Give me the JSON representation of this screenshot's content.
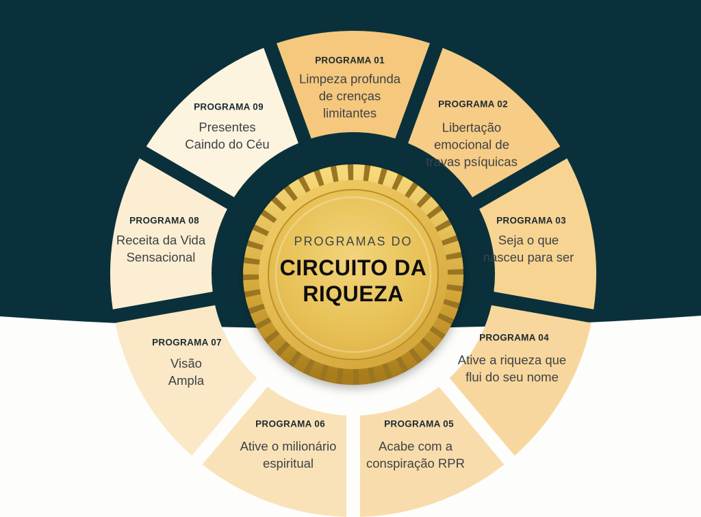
{
  "coin": {
    "kicker": "PROGRAMAS DO",
    "title": "CIRCUITO DA\nRIQUEZA"
  },
  "segments": [
    {
      "label": "PROGRAMA 01",
      "description": "Limpeza profunda\nde crenças\nlimitantes",
      "color": "#f5c87e"
    },
    {
      "label": "PROGRAMA 02",
      "description": "Libertação\nemocional de\ntravas psíquicas",
      "color": "#f6cc86"
    },
    {
      "label": "PROGRAMA 03",
      "description": "Seja o que\nnasceu para ser",
      "color": "#f8d492"
    },
    {
      "label": "PROGRAMA 04",
      "description": "Ative a riqueza que\nflui do seu nome",
      "color": "#f8d79e"
    },
    {
      "label": "PROGRAMA 05",
      "description": "Acabe com a\nconspiração RPR",
      "color": "#f9dcab"
    },
    {
      "label": "PROGRAMA 06",
      "description": "Ative o milionário\nespiritual",
      "color": "#fae2b8"
    },
    {
      "label": "PROGRAMA 07",
      "description": "Visão\nAmpla",
      "color": "#fbe8c6"
    },
    {
      "label": "PROGRAMA 08",
      "description": "Receita da Vida\nSensacional",
      "color": "#fceed3"
    },
    {
      "label": "PROGRAMA 09",
      "description": "Presentes\nCaindo do Céu",
      "color": "#fdf4e0"
    }
  ],
  "colors": {
    "background_top": "#0a313b",
    "background_bottom": "#fdfdfc",
    "label_title": "#1b2a31",
    "label_description": "#3d4245",
    "coin_kicker": "#3e4649",
    "coin_title": "#0e0e0e",
    "coin_gold_dark": "#a87c1c",
    "coin_gold_mid": "#d8a73c",
    "coin_gold_light": "#f6d97a"
  }
}
